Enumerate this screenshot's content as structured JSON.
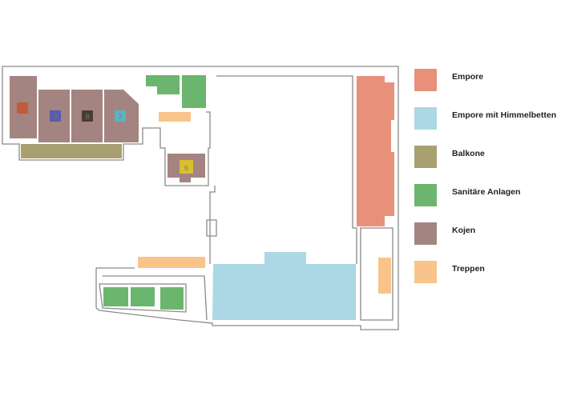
{
  "colors": {
    "empore": "#e8907a",
    "empore_himmelbetten": "#acd8e6",
    "balkone": "#a8a070",
    "sanitaere": "#6cb56e",
    "kojen": "#a48480",
    "treppen": "#f9c48a",
    "marker_red": "#c85a32",
    "marker_blue": "#5a5ab0",
    "marker_dark": "#4a3c34",
    "marker_cyan": "#5ab4c4",
    "marker_yellow": "#d8c030"
  },
  "markers": [
    "4",
    "9",
    "8",
    "7",
    "6"
  ],
  "legend": [
    {
      "label": "Empore",
      "color": "#e8907a"
    },
    {
      "label": "Empore mit Himmelbetten",
      "color": "#acd8e6"
    },
    {
      "label": "Balkone",
      "color": "#a8a070"
    },
    {
      "label": "Sanitäre Anlagen",
      "color": "#6cb56e"
    },
    {
      "label": "Kojen",
      "color": "#a48480"
    },
    {
      "label": "Treppen",
      "color": "#f9c48a"
    }
  ]
}
